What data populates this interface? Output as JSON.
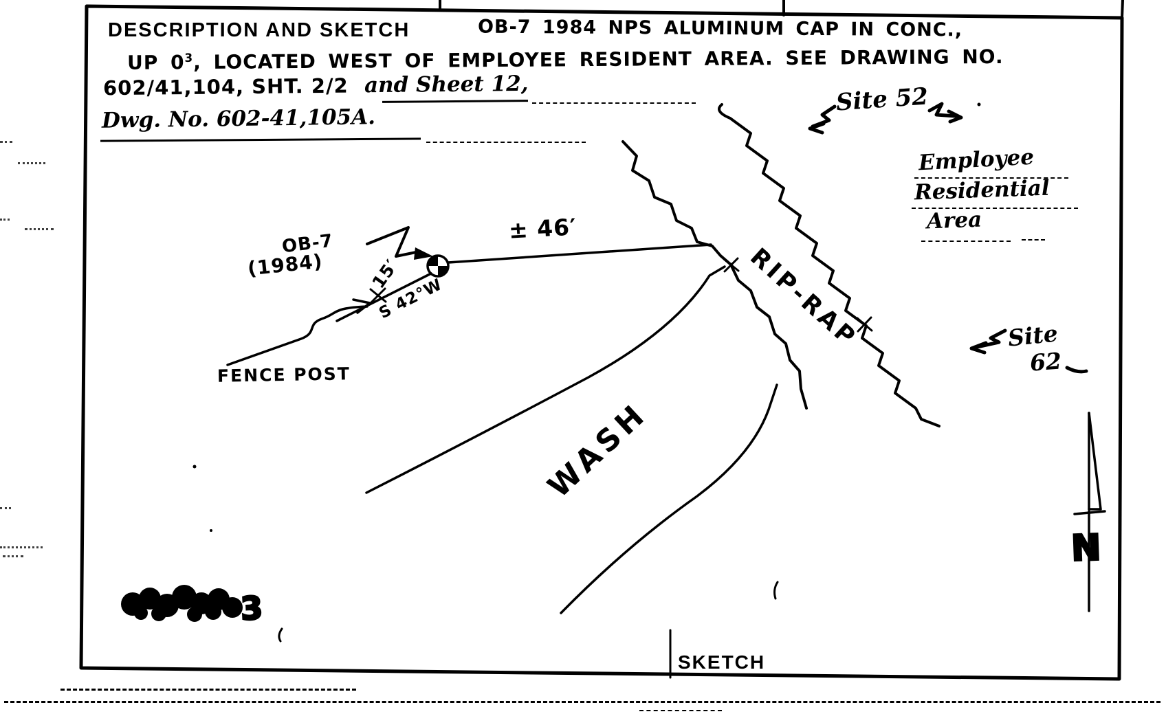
{
  "form": {
    "description_label": "DESCRIPTION AND SKETCH",
    "sketch_label": "SKETCH"
  },
  "description": {
    "line1": "OB-7  1984  NPS  ALUMINUM  CAP  IN  CONC.,",
    "line2_prefix": "UP 0",
    "line2_sup": "3",
    "line2_rest": ",  LOCATED  WEST  OF  EMPLOYEE  RESIDENT  AREA.  SEE DRAWING NO.",
    "line3_plain": "602/41,104,  SHT. 2/2",
    "line3_cursive": "and Sheet 12,",
    "line4": "Dwg. No. 602-41,105A."
  },
  "sketch": {
    "station_name": "OB-7",
    "station_year": "(1984)",
    "fence_distance": "15′",
    "fence_bearing": "S 42°W",
    "fence_label": "FENCE POST",
    "tie_distance": "± 46′",
    "riprap_label": "RIP-RAP",
    "wash_label": "WASH",
    "site52_label": "Site 52",
    "site62_word": "Site",
    "site62_number": "62",
    "area_line1": "Employee",
    "area_line2": "Residential",
    "area_line3": "Area",
    "north_label": "N",
    "redaction_visible_char": "3"
  },
  "colors": {
    "ink": "#000000",
    "paper": "#ffffff"
  }
}
